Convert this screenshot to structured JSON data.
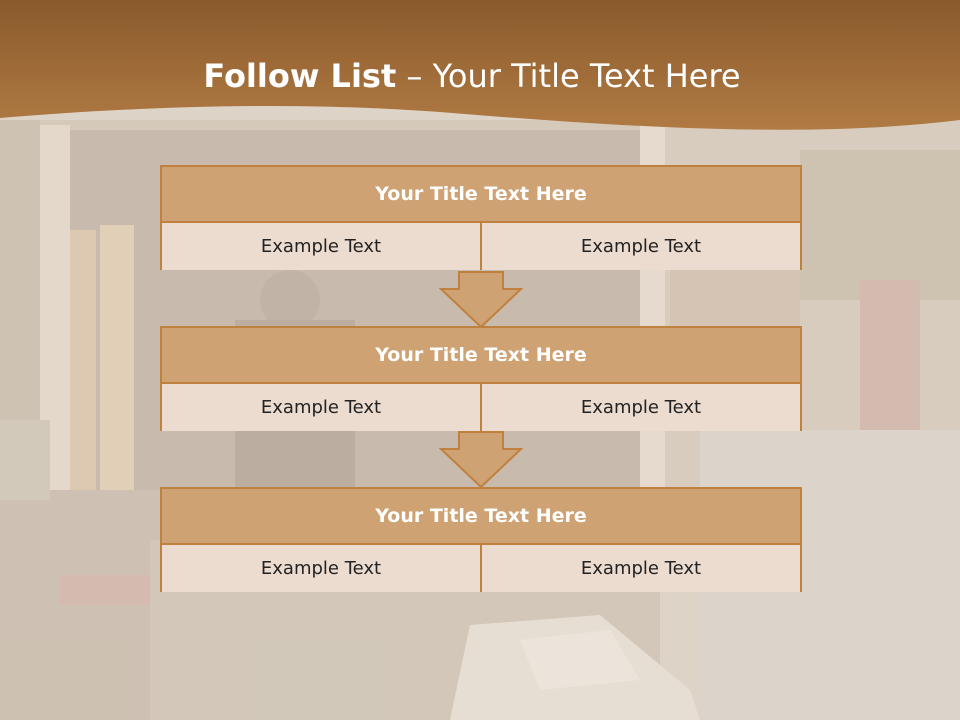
{
  "slide": {
    "title_bold": "Follow List",
    "title_rest": " – Your Title Text Here"
  },
  "blocks": [
    {
      "title": "Your Title Text Here",
      "left": "Example Text",
      "right": "Example Text"
    },
    {
      "title": "Your Title Text Here",
      "left": "Example Text",
      "right": "Example Text"
    },
    {
      "title": "Your Title Text Here",
      "left": "Example Text",
      "right": "Example Text"
    }
  ],
  "colors": {
    "header_brown": "#9a6633",
    "block_title": "#cfa274",
    "block_cell": "#ecdcd0",
    "border": "#c0813e"
  }
}
